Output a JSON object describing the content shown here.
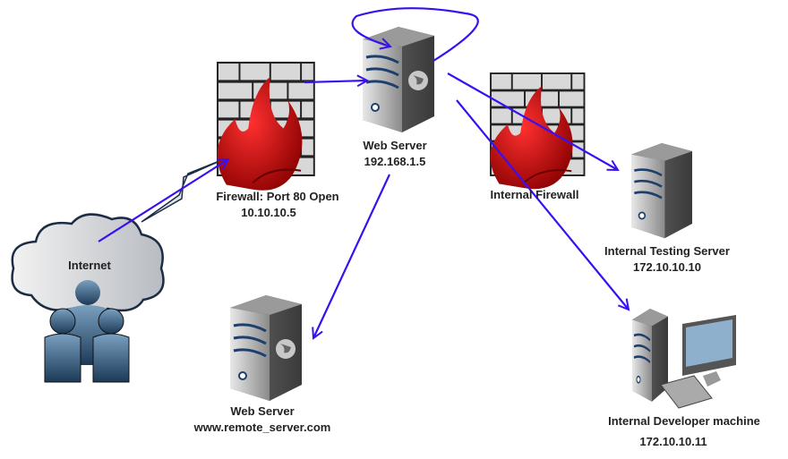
{
  "nodes": {
    "internet": {
      "label": "Internet",
      "icon": "cloud-with-users-icon"
    },
    "firewall": {
      "label": "Firewall: Port 80 Open",
      "ip": "10.10.10.5",
      "icon": "firewall-icon"
    },
    "web_server": {
      "label": "Web Server",
      "ip": "192.168.1.5",
      "icon": "web-server-icon"
    },
    "internal_firewall": {
      "label": "Internal Firewall",
      "icon": "firewall-icon"
    },
    "testing_server": {
      "label": "Internal Testing Server",
      "ip": "172.10.10.10",
      "icon": "server-icon"
    },
    "developer_machine": {
      "label": "Internal Developer machine",
      "ip": "172.10.10.11",
      "icon": "workstation-icon"
    },
    "remote_server": {
      "label": "Web Server",
      "host": "www.remote_server.com",
      "icon": "web-server-icon"
    }
  },
  "arrow_color": "#3a10f0"
}
